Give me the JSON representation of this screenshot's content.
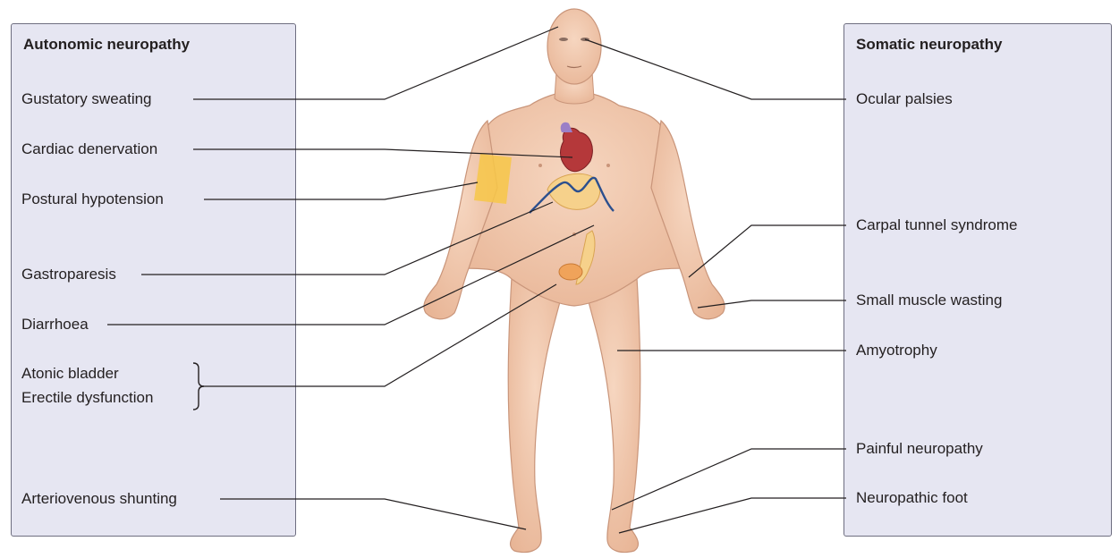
{
  "left_panel": {
    "heading": "Autonomic neuropathy",
    "items": [
      "Gustatory sweating",
      "Cardiac denervation",
      "Postural hypotension",
      "Gastroparesis",
      "Diarrhoea",
      "Atonic bladder",
      "Erectile dysfunction",
      "Arteriovenous shunting"
    ]
  },
  "right_panel": {
    "heading": "Somatic neuropathy",
    "items": [
      "Ocular palsies",
      "Carpal tunnel syndrome",
      "Small muscle wasting",
      "Amyotrophy",
      "Painful neuropathy",
      "Neuropathic foot"
    ]
  },
  "colors": {
    "panel_fill": "#e6e6f2",
    "panel_border": "#6e6e80",
    "skin": "#f1c9ad",
    "skin_outline": "#c9957a",
    "heart": "#b5383a",
    "stomach": "#f6d18b",
    "arm_highlight": "#f7c748",
    "vessel": "#2b4f8e",
    "leader_line": "#231f20"
  }
}
